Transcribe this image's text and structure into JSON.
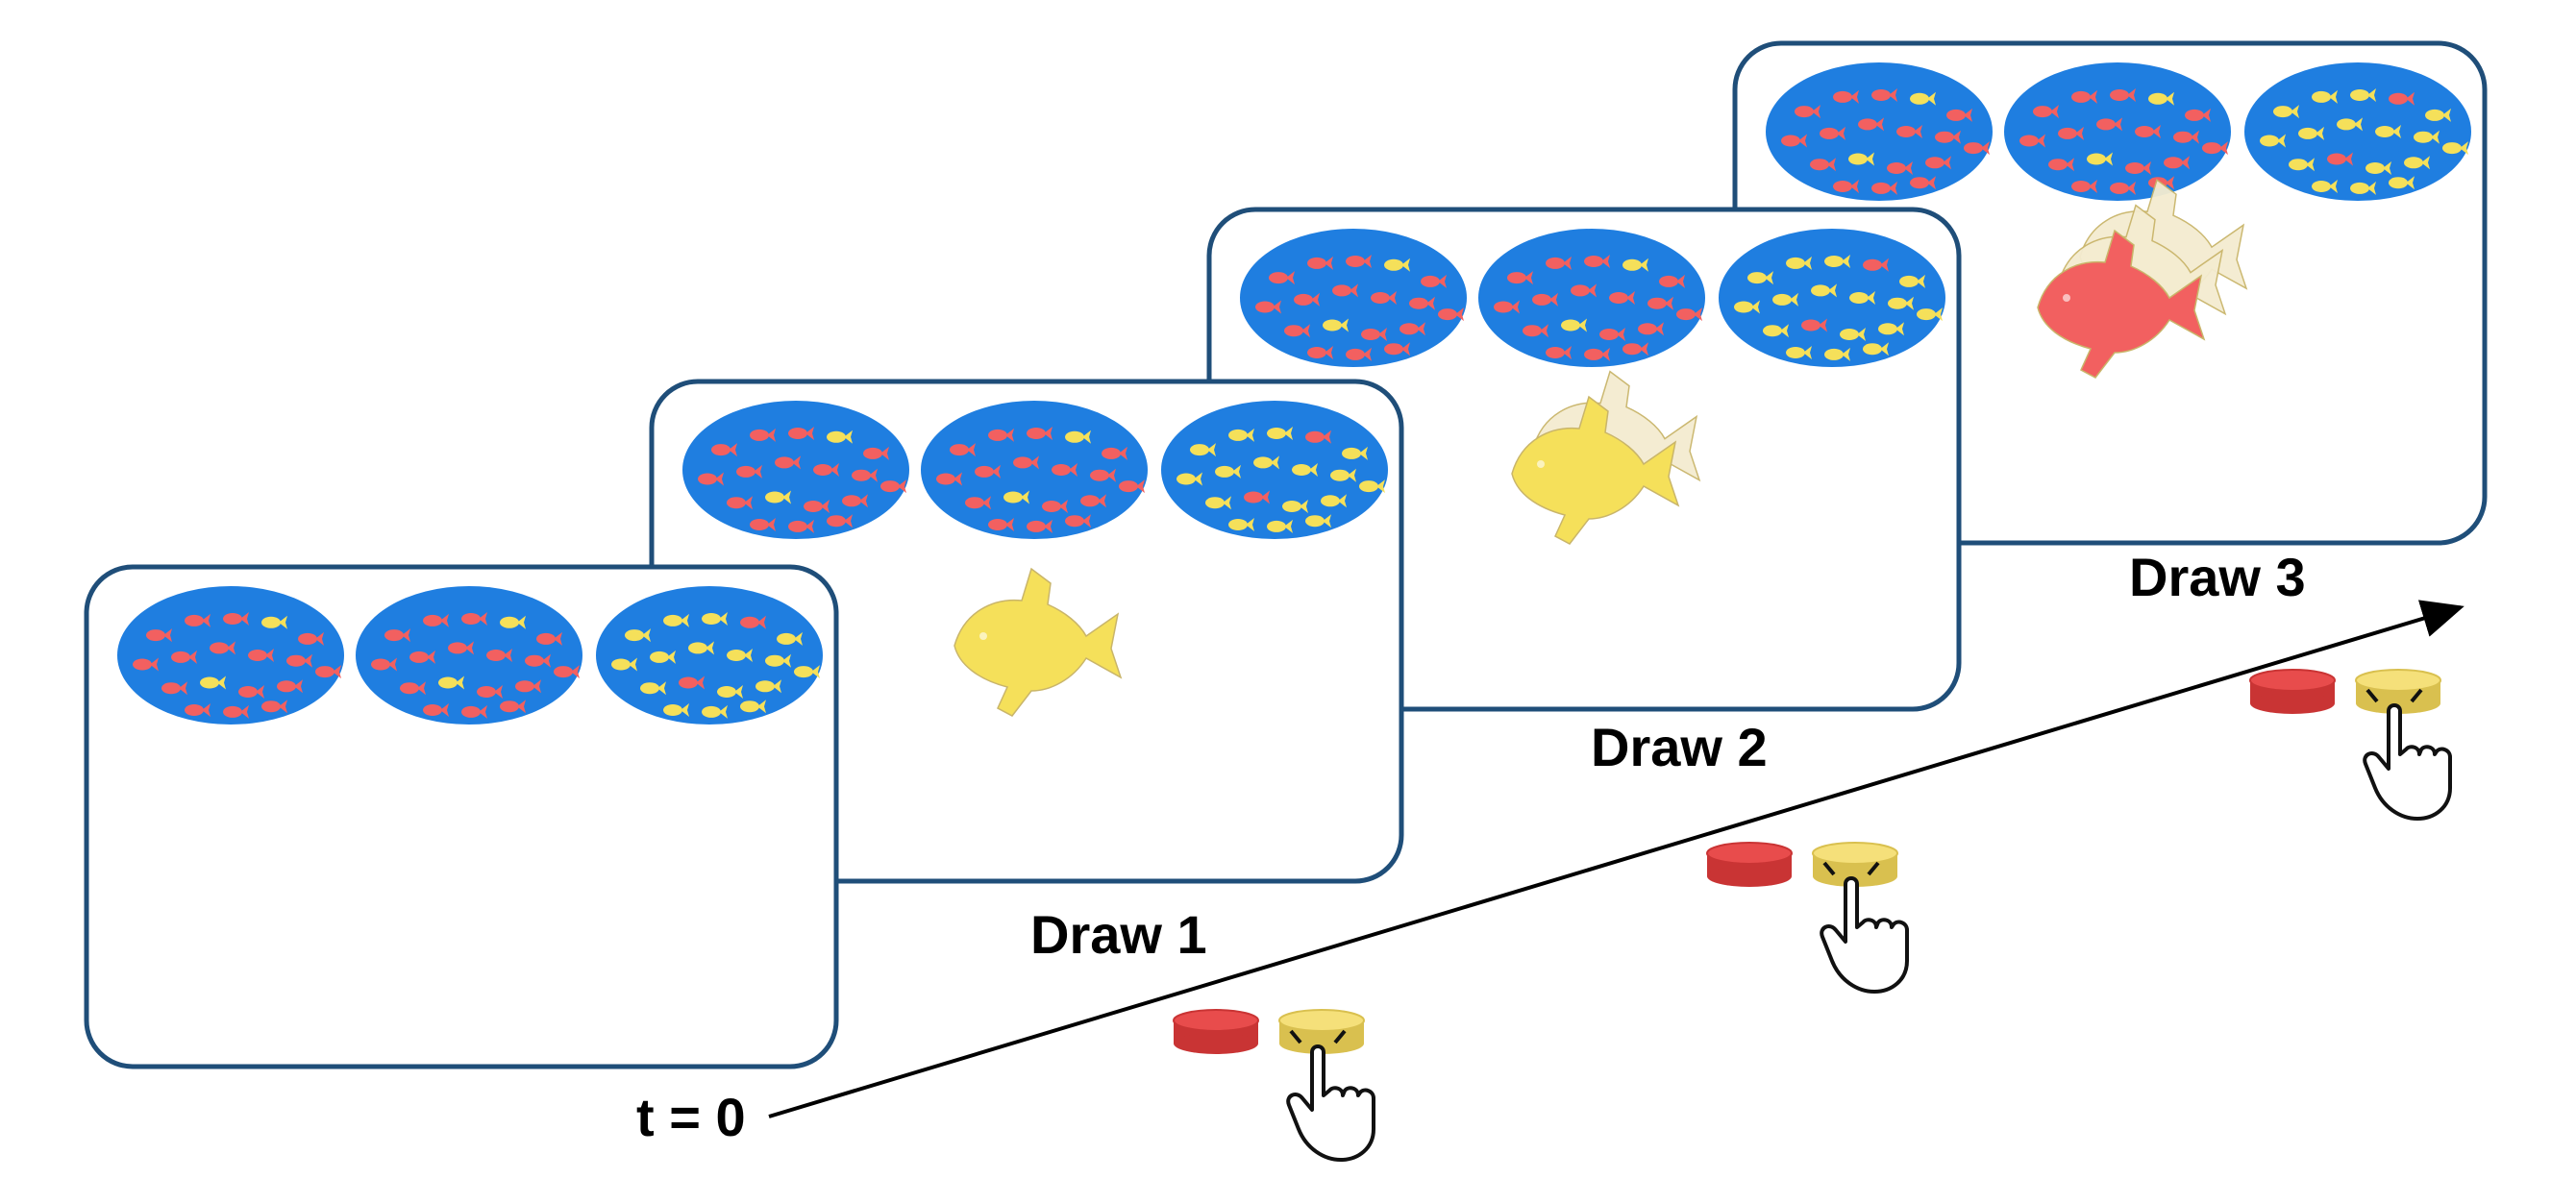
{
  "timeline": {
    "start_label": "t = 0",
    "draw_labels": [
      "Draw 1",
      "Draw 2",
      "Draw 3"
    ]
  },
  "screens": [
    {
      "id": "t0",
      "ponds": [
        "red",
        "red",
        "yellow"
      ],
      "fish_shown": []
    },
    {
      "id": "draw1",
      "ponds": [
        "red",
        "red",
        "yellow"
      ],
      "fish_shown": [
        "yellow"
      ]
    },
    {
      "id": "draw2",
      "ponds": [
        "red",
        "red",
        "yellow"
      ],
      "fish_shown": [
        "yellow",
        "yellow"
      ]
    },
    {
      "id": "draw3",
      "ponds": [
        "red",
        "red",
        "yellow"
      ],
      "fish_shown": [
        "yellow",
        "yellow",
        "red"
      ]
    }
  ],
  "buttons": [
    "red",
    "yellow"
  ],
  "colors": {
    "frame_border": "#1f4e79",
    "pond": "#1f7ee0",
    "red_fish": "#f26060",
    "yellow_fish": "#f5e05a",
    "faded_fish": "#f4ecd0",
    "red_button": "#e84c4c",
    "yellow_button": "#f5e07a"
  }
}
